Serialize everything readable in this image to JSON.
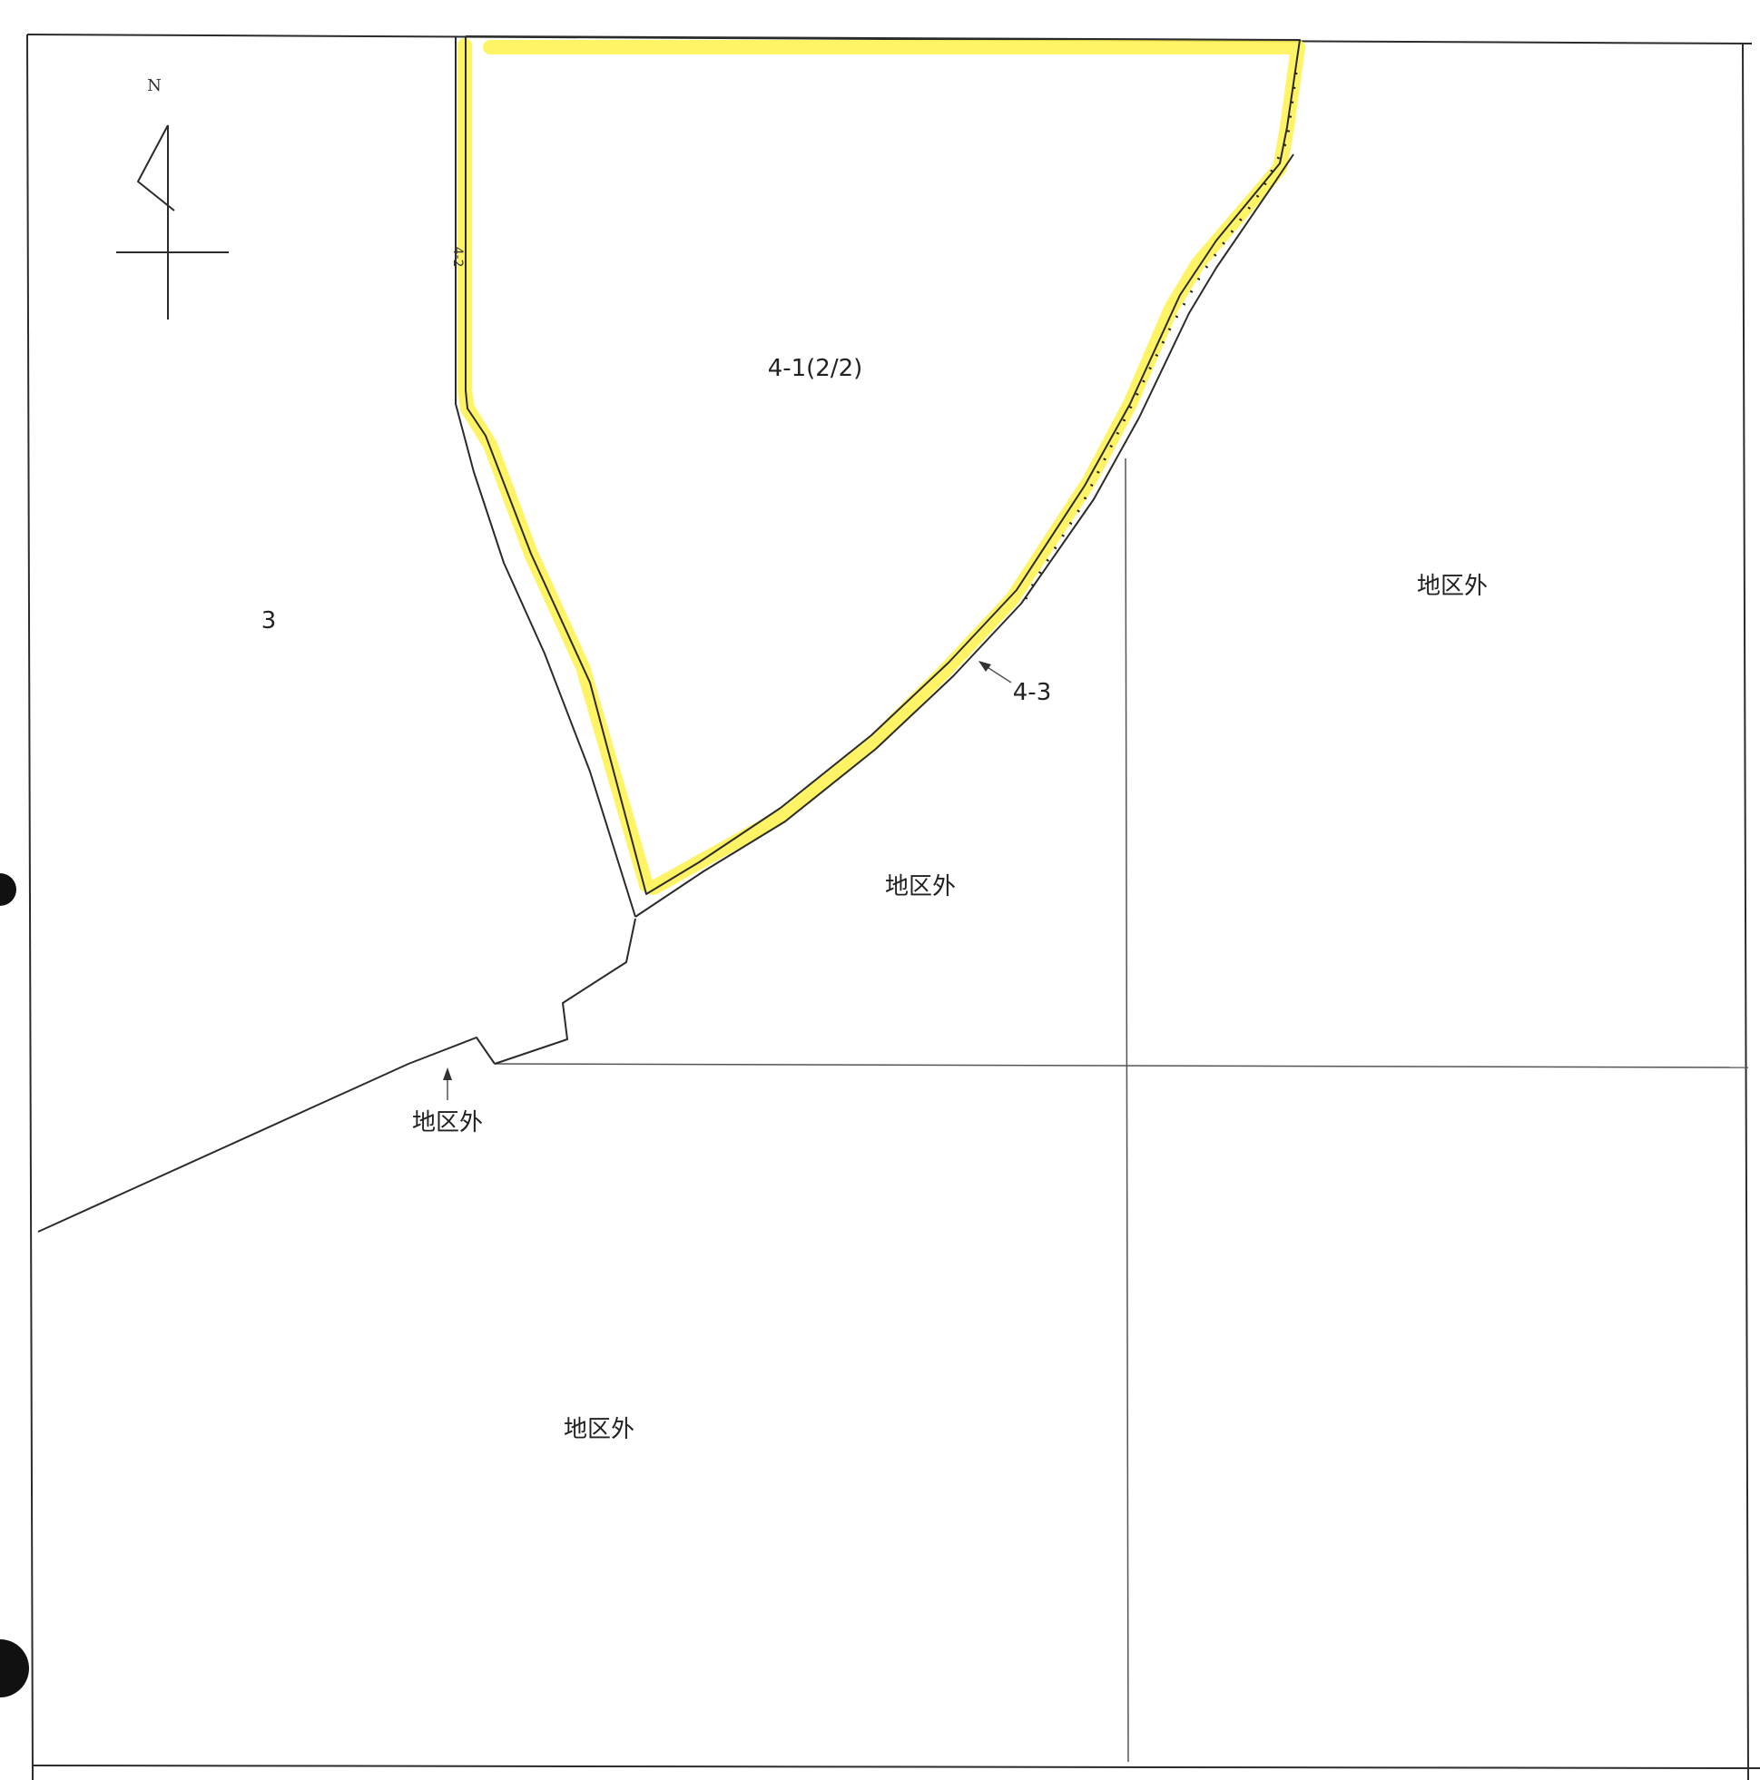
{
  "map": {
    "north_label": "N",
    "parcels": {
      "main": "4-1(2/2)",
      "west": "3",
      "strip_left": "4-2",
      "strip_right": "4-3"
    },
    "outside_area": "地区外",
    "highlight_color": "#fff24a",
    "line_color": "#2b2b2b",
    "icons": [
      "north-arrow-icon",
      "pointer-arrow-icon"
    ]
  }
}
